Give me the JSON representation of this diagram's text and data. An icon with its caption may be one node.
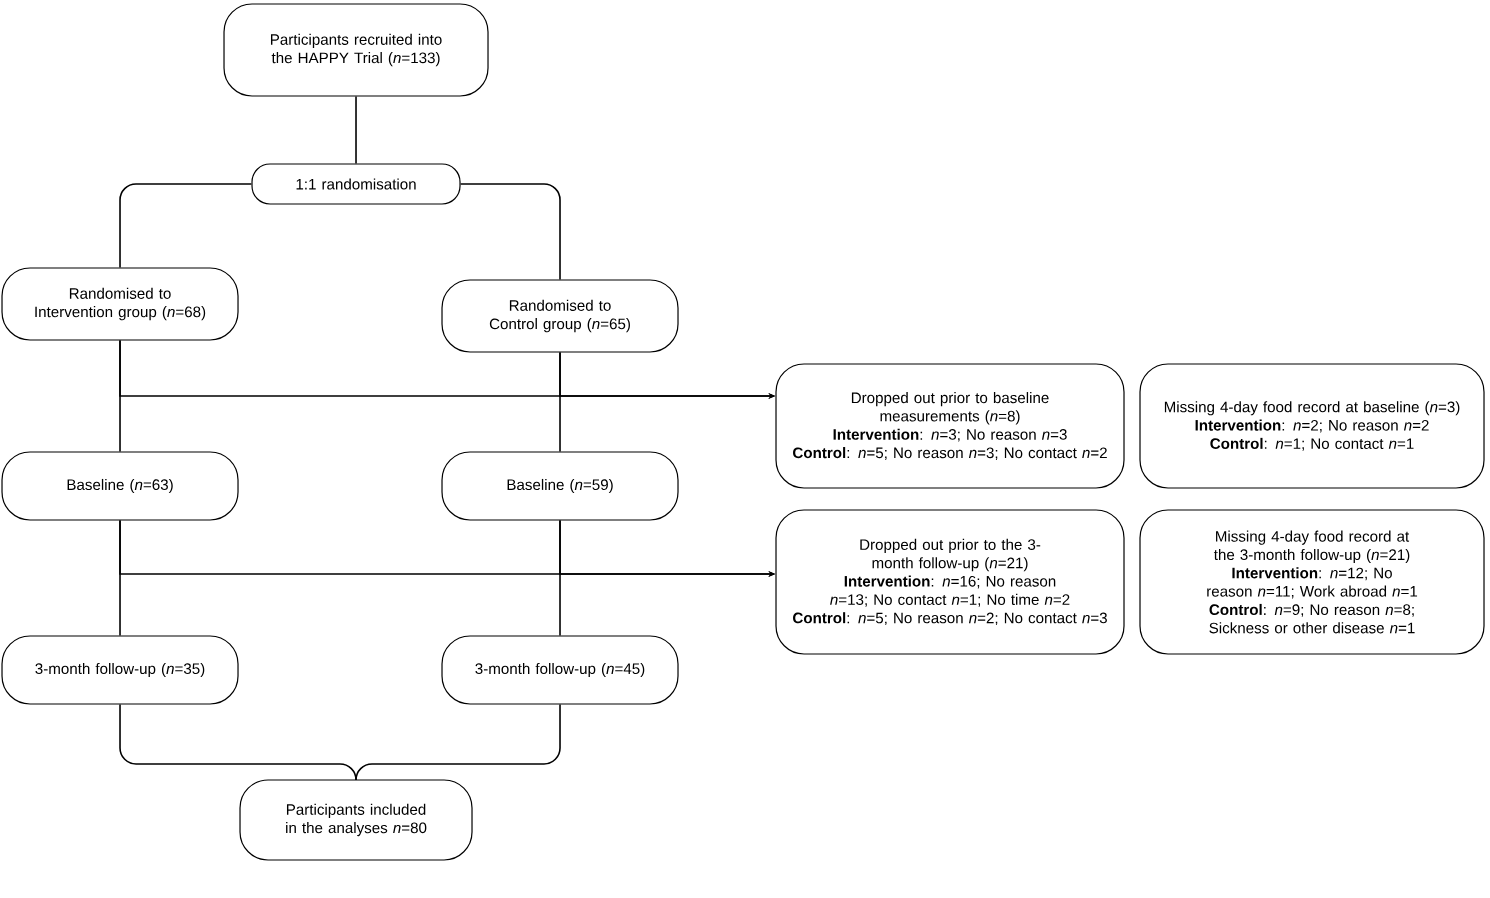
{
  "diagram": {
    "nodes": [
      {
        "text": [
          "Participants recruited into the HAPPY Trial (*n*=133)"
        ]
      },
      {
        "text": [
          "1:1 randomisation"
        ]
      },
      {
        "text": [
          "Randomised to Intervention group (*n*=68)"
        ]
      },
      {
        "text": [
          "Randomised to Control group (*n*=65)"
        ]
      },
      {
        "text": [
          "Dropped out prior to baseline measurements (*n*=8)",
          "**Intervention**: *n*=3; No reason *n*=3",
          "**Control**: *n*=5; No reason *n*=3; No contact *n*=2"
        ]
      },
      {
        "text": [
          "Missing 4-day food record at baseline (*n*=3)",
          "**Intervention**: *n*=2; No reason *n*=2",
          "**Control**: *n*=1; No contact *n*=1"
        ]
      },
      {
        "text": [
          "Baseline (*n*=63)"
        ]
      },
      {
        "text": [
          "Baseline (*n*=59)"
        ]
      },
      {
        "text": [
          "Dropped out prior to the 3-month follow-up (*n*=21)",
          "**Intervention**: *n*=16; No reason *n*=13; No contact *n*=1; No time *n*=2",
          "**Control**: *n*=5; No reason *n*=2; No contact *n*=3"
        ]
      },
      {
        "text": [
          "Missing 4-day food record at the 3-month follow-up (*n*=21)",
          "**Intervention**: *n*=12; No reason *n*=11; Work abroad *n*=1",
          "**Control**: *n*=9; No reason *n*=8; Sickness or other disease *n*=1"
        ]
      },
      {
        "text": [
          "3-month follow-up (*n*=35)"
        ]
      },
      {
        "text": [
          "3-month follow-up (*n*=45)"
        ]
      },
      {
        "text": [
          "Participants included in the analyses *n*=80"
        ]
      }
    ],
    "edges": [
      {
        "from": 0,
        "to": 1,
        "arrow": "none"
      },
      {
        "from": 1,
        "to": 2,
        "arrow": "none"
      },
      {
        "from": 1,
        "to": 3,
        "arrow": "none"
      },
      {
        "from": 2,
        "to": 6,
        "arrow": "none"
      },
      {
        "from": 3,
        "to": 7,
        "arrow": "none"
      },
      {
        "from": 2,
        "to": 4,
        "arrow": "to"
      },
      {
        "from": 3,
        "to": 4,
        "arrow": "to"
      },
      {
        "from": 6,
        "to": 10,
        "arrow": "none"
      },
      {
        "from": 7,
        "to": 11,
        "arrow": "none"
      },
      {
        "from": 6,
        "to": 8,
        "arrow": "to"
      },
      {
        "from": 7,
        "to": 8,
        "arrow": "to"
      },
      {
        "from": 10,
        "to": 12,
        "arrow": "none"
      },
      {
        "from": 11,
        "to": 12,
        "arrow": "none"
      }
    ]
  }
}
